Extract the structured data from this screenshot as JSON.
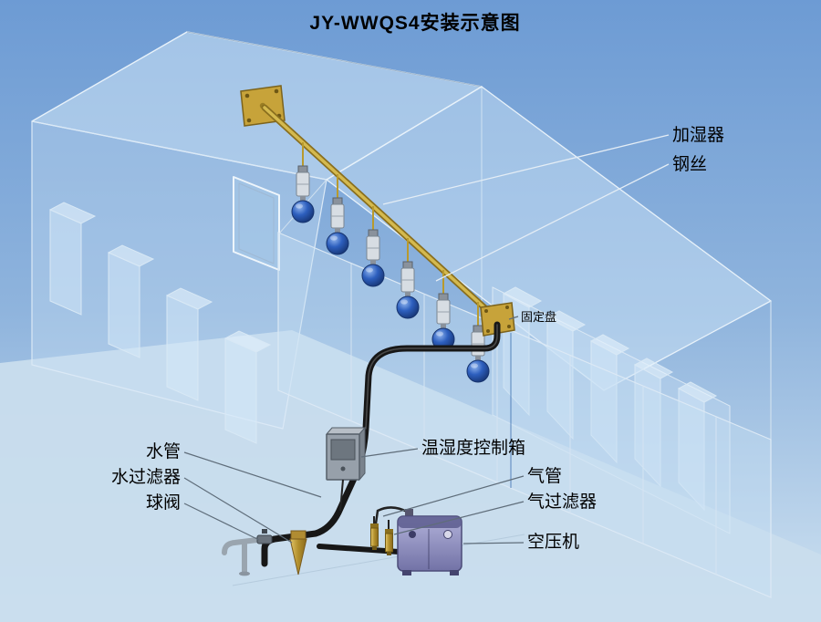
{
  "title": "JY-WWQS4安装示意图",
  "labels": {
    "humidifier": "加湿器",
    "steel_wire": "钢丝",
    "fixing_plate": "固定盘",
    "control_box": "温湿度控制箱",
    "water_pipe": "水管",
    "water_filter": "水过滤器",
    "ball_valve": "球阀",
    "air_pipe": "气管",
    "air_filter": "气过滤器",
    "air_compressor": "空压机"
  },
  "colors": {
    "sky_top": "#6D9BD4",
    "sky_bottom": "#CFE2F1",
    "ground": "#C9DDED",
    "rail_gold": "#C7A33A",
    "sphere_blue": "#2D5FBE",
    "pipe_black": "#171717",
    "compressor_purple": "#8C8CC0",
    "label_text": "#000000"
  }
}
